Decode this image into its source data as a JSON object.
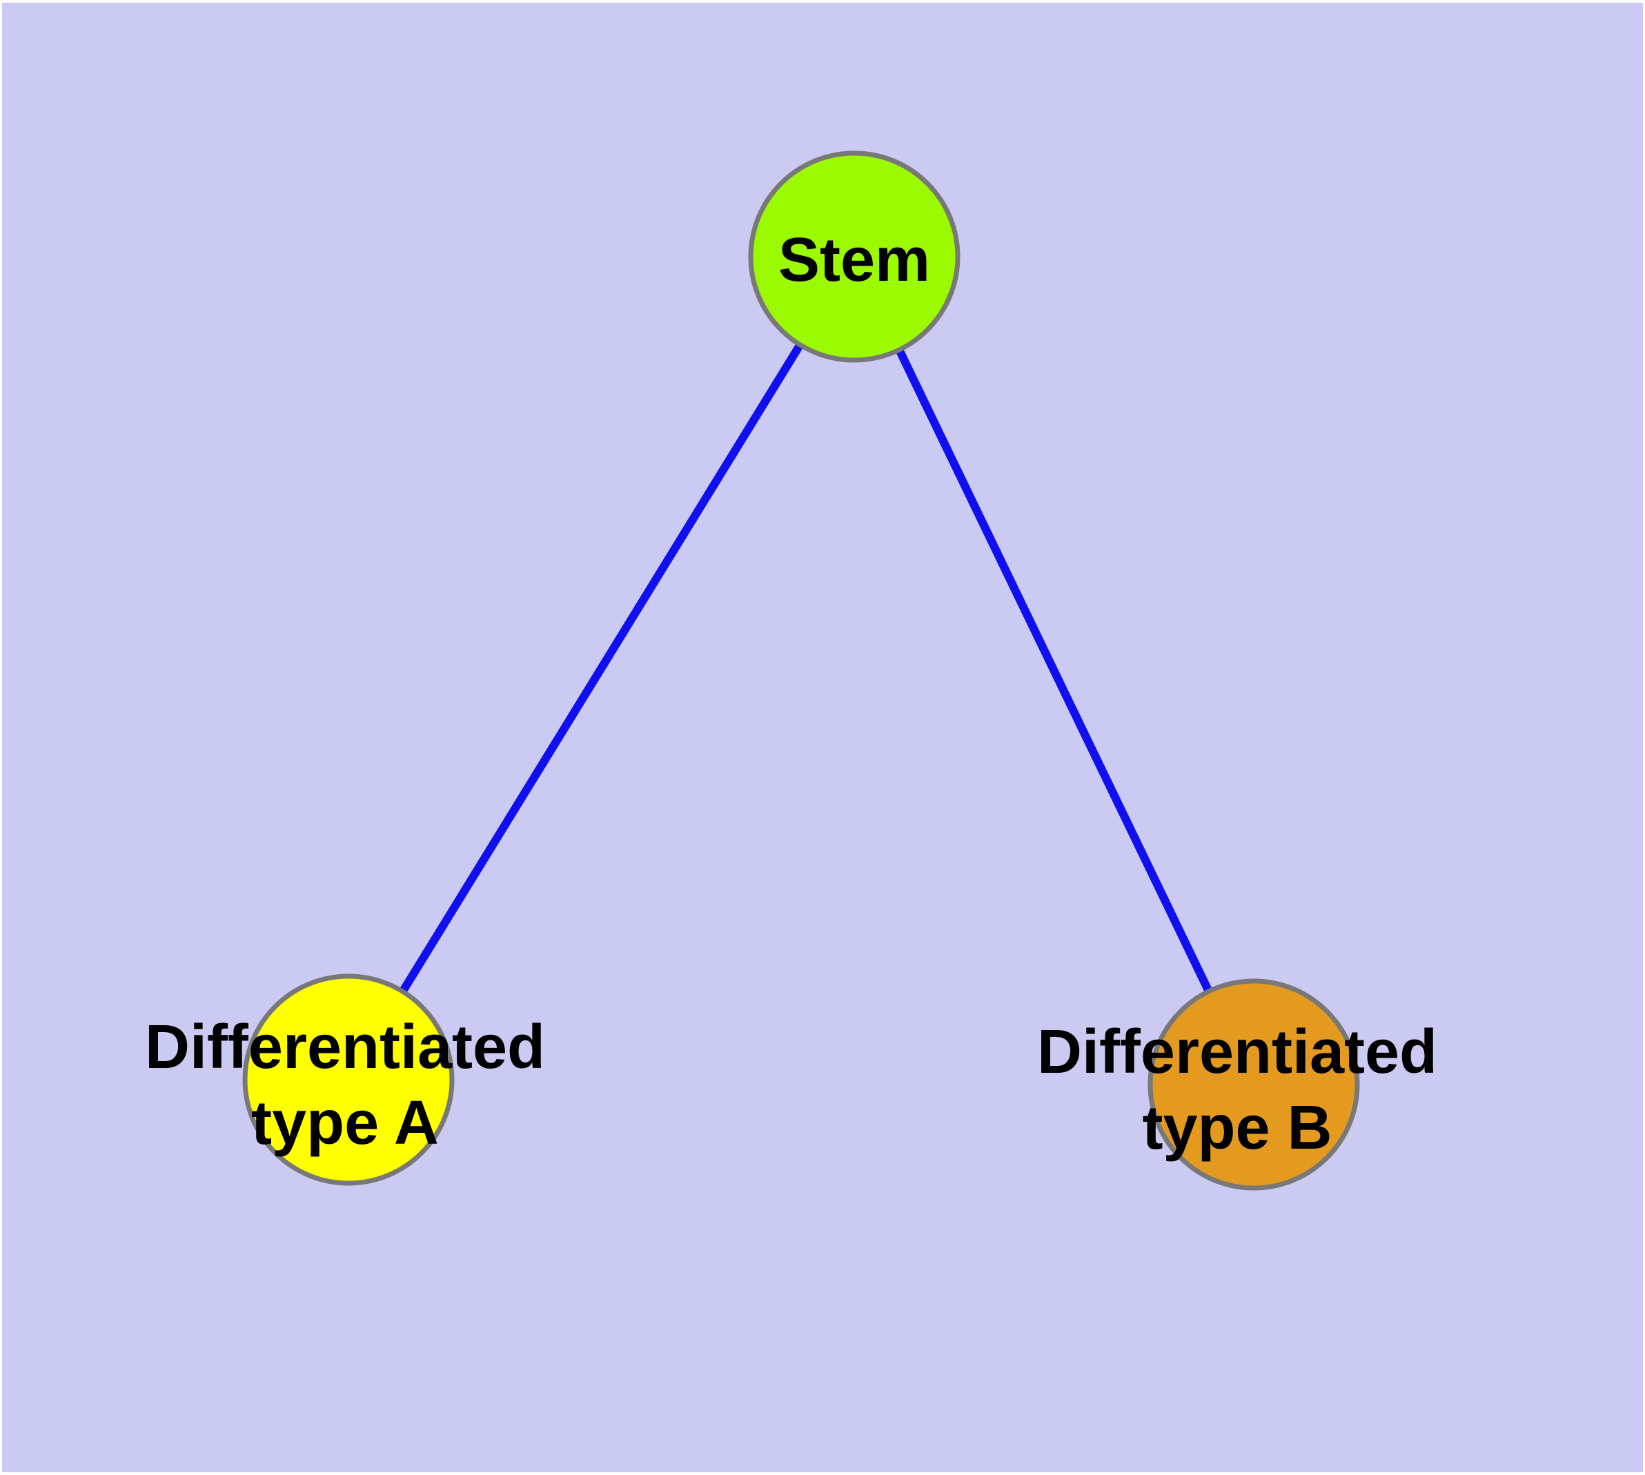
{
  "diagram": {
    "type": "node-link-graph",
    "background_color": "#cacaf2",
    "frame_color": "#ffffff",
    "edge_color": "#0f0ff0",
    "node_border_color": "#787878",
    "label_color": "#000000",
    "nodes": {
      "stem": {
        "label": "Stem",
        "fill_color": "#9bfa00"
      },
      "type_a": {
        "label_line1": "Differentiated",
        "label_line2": "type A",
        "fill_color": "#ffff00"
      },
      "type_b": {
        "label_line1": "Differentiated",
        "label_line2": "type B",
        "fill_color": "#e49a1e"
      }
    },
    "edges": [
      {
        "from": "Stem",
        "to": "Differentiated type A"
      },
      {
        "from": "Stem",
        "to": "Differentiated type B"
      }
    ]
  }
}
